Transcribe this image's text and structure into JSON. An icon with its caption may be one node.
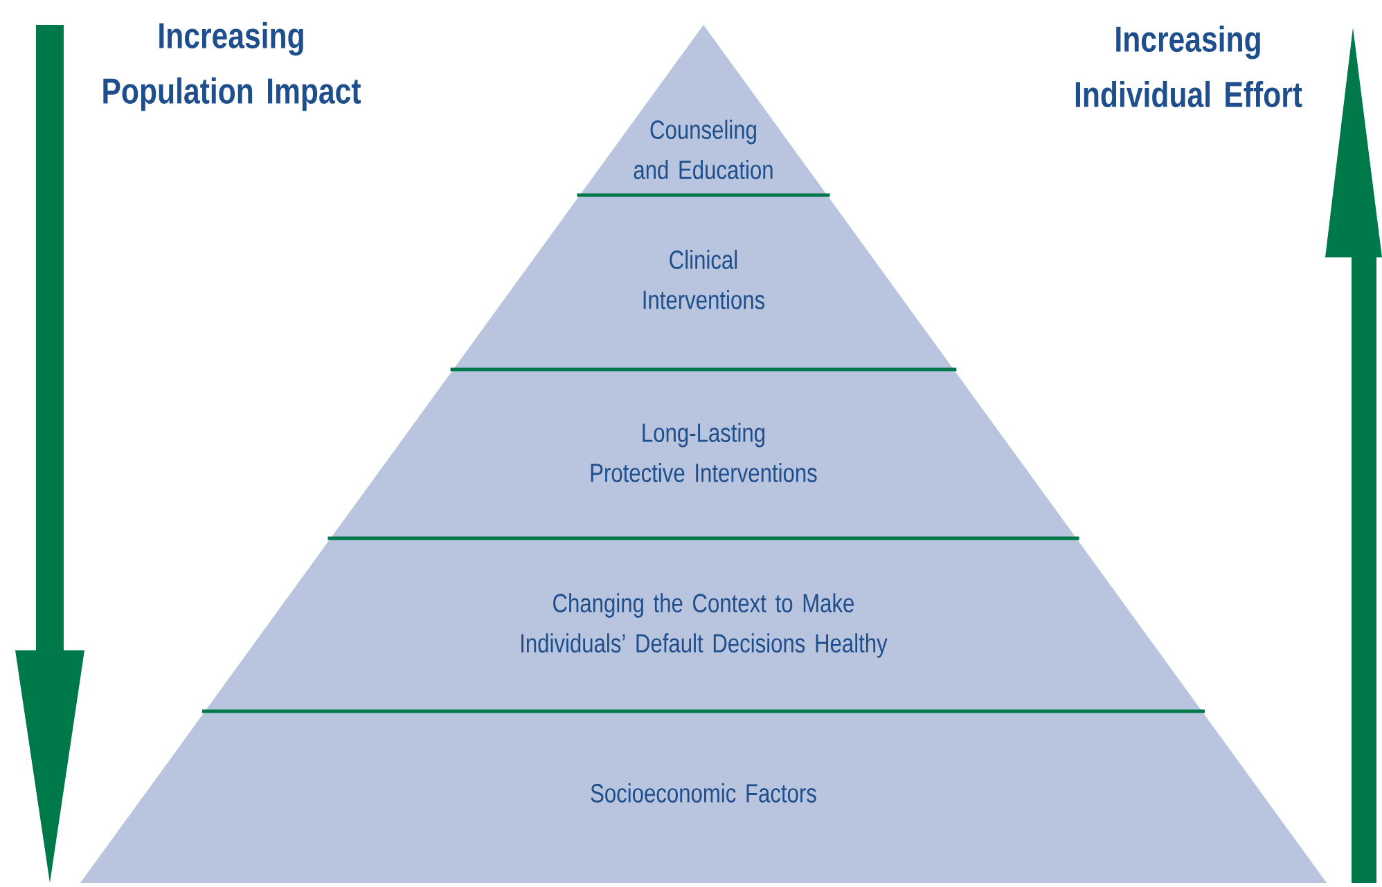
{
  "diagram": {
    "nodes": [
      {
        "text": [
          "Counseling and Education"
        ]
      },
      {
        "text": [
          "Clinical Interventions"
        ]
      },
      {
        "text": [
          "Long-Lasting Protective Interventions"
        ]
      },
      {
        "text": [
          "Changing the Context to Make Individuals’ Default Decisions Healthy"
        ]
      },
      {
        "text": [
          "Socioeconomic Factors"
        ]
      }
    ],
    "labels": [
      "Increasing Population Impact",
      "Increasing Individual Effort"
    ]
  }
}
